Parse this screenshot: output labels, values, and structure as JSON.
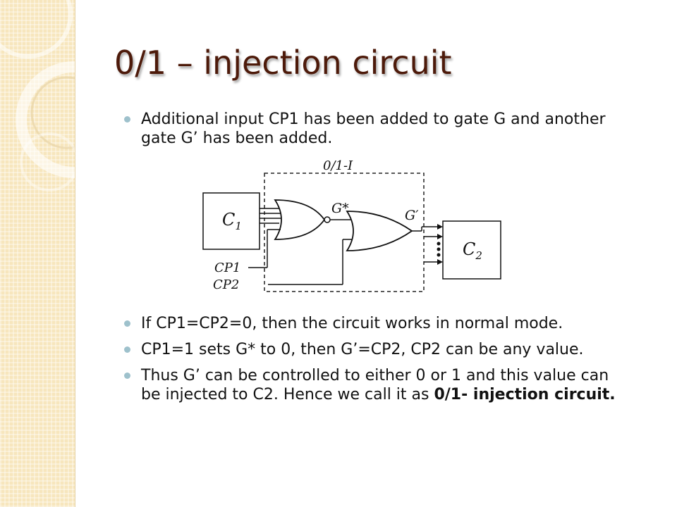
{
  "slide": {
    "title": "0/1 – injection circuit",
    "bullets": {
      "b1": "Additional input CP1 has been added to gate G and another gate G’ has been added.",
      "b2": "If CP1=CP2=0, then the circuit works in normal mode.",
      "b3": "CP1=1 sets G* to 0, then G’=CP2, CP2 can be any value.",
      "b4_text": "Thus G’ can be controlled to either 0 or 1 and this value can be injected to C2. Hence we call it as ",
      "b4_bold": "0/1- injection circuit."
    }
  },
  "diagram": {
    "box_label": "0/1-I",
    "c1_label": "C",
    "c1_sub": "1",
    "c2_label": "C",
    "c2_sub": "2",
    "gate1_label": "G*",
    "gate2_label": "G′",
    "input1_label": "CP1",
    "input2_label": "CP2"
  },
  "colors": {
    "title": "#4d1a0a",
    "bullet": "#9ec1cc",
    "sidebar": "#f7e6bd"
  }
}
